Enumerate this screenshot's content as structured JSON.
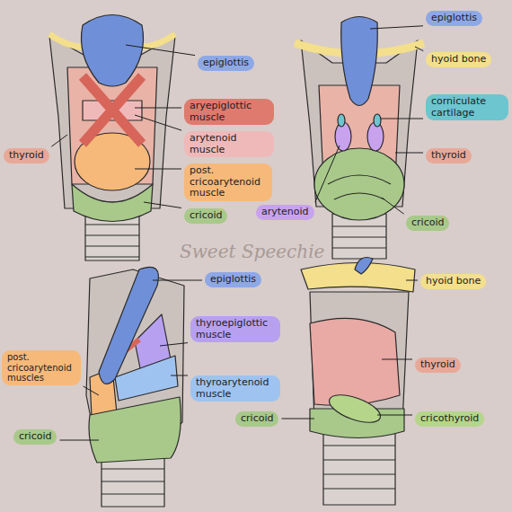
{
  "diagram": {
    "nodes": [
      {
        "text": [
          "epiglottis"
        ]
      },
      {
        "text": [
          "thyroid"
        ]
      },
      {
        "text": [
          "aryepiglottic muscle"
        ]
      },
      {
        "text": [
          "arytenoid muscle"
        ]
      },
      {
        "text": [
          "post. cricoarytenoid muscle"
        ]
      },
      {
        "text": [
          "cricoid"
        ]
      },
      {
        "text": [
          "epiglottis"
        ]
      },
      {
        "text": [
          "hyoid bone"
        ]
      },
      {
        "text": [
          "corniculate cartilage"
        ]
      },
      {
        "text": [
          "thyroid"
        ]
      },
      {
        "text": [
          "arytenoid"
        ]
      },
      {
        "text": [
          "cricoid"
        ]
      },
      {
        "text": [
          "epiglottis"
        ]
      },
      {
        "text": [
          "thyroepiglottic muscle"
        ]
      },
      {
        "text": [
          "post. cricoarytenoid muscles"
        ]
      },
      {
        "text": [
          "thyroarytenoid muscle"
        ]
      },
      {
        "text": [
          "cricoid"
        ]
      },
      {
        "text": [
          "hyoid bone"
        ]
      },
      {
        "text": [
          "thyroid"
        ]
      },
      {
        "text": [
          "cricoid"
        ]
      },
      {
        "text": [
          "cricothyroid"
        ]
      }
    ],
    "labels": [
      "Sweet Speechie"
    ]
  }
}
